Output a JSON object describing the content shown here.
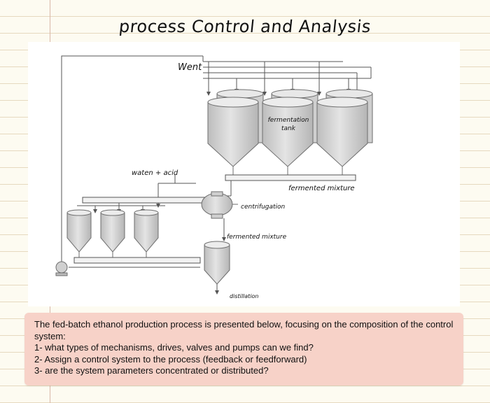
{
  "page_title": "process Control and Analysis",
  "diagram": {
    "labels": {
      "vent": "Went",
      "fermentation_tank": [
        "fermentation",
        "tank"
      ],
      "water_acid": "waten + acid",
      "fermented_mixture_top": "fermented mixture",
      "centrifugation": "centrifugation",
      "fermented_mixture_mid": "fermented mixture",
      "distillation": "distillation"
    }
  },
  "question": {
    "intro": "The fed-batch ethanol production process is presented below, focusing on the composition of the control system:",
    "items": [
      "1- what types of mechanisms, drives, valves and pumps can we find?",
      "2- Assign a control system to the process (feedback or feedforward)",
      "3- are the system parameters concentrated or distributed?"
    ]
  },
  "colors": {
    "equipment_fill": "#d4d4d4",
    "equipment_stroke": "#6e6e6e",
    "pipe": "#555555",
    "question_bg": "#f7d2c8"
  }
}
